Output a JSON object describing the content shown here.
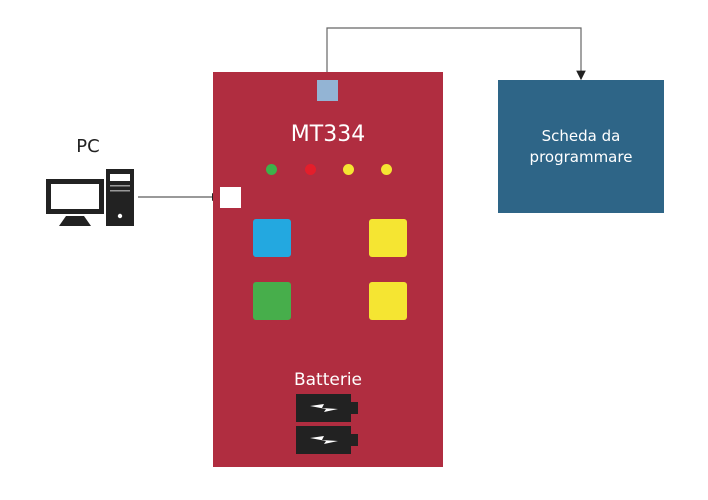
{
  "pc": {
    "label": "PC",
    "icon": "desktop-computer-icon"
  },
  "device": {
    "title": "MT334",
    "color": "#b02d40",
    "leds": [
      {
        "name": "led-green",
        "color": "#3db14a"
      },
      {
        "name": "led-red",
        "color": "#e41e2b"
      },
      {
        "name": "led-yellow-1",
        "color": "#f5e532"
      },
      {
        "name": "led-yellow-2",
        "color": "#f5e532"
      }
    ],
    "buttons": [
      {
        "name": "button-blue",
        "color": "#23a8e0"
      },
      {
        "name": "button-yellow-top",
        "color": "#f5e532"
      },
      {
        "name": "button-green",
        "color": "#47ae4b"
      },
      {
        "name": "button-yellow-bottom",
        "color": "#f5e532"
      }
    ],
    "battery_label": "Batterie",
    "battery_count": 2,
    "port_top_color": "#93b4d4",
    "port_left_color": "#ffffff"
  },
  "board": {
    "label": "Scheda da\nprogrammare",
    "color": "#2e6587"
  },
  "connections": [
    {
      "from": "pc",
      "to": "device-port-left"
    },
    {
      "from": "device-port-top",
      "to": "board"
    }
  ]
}
